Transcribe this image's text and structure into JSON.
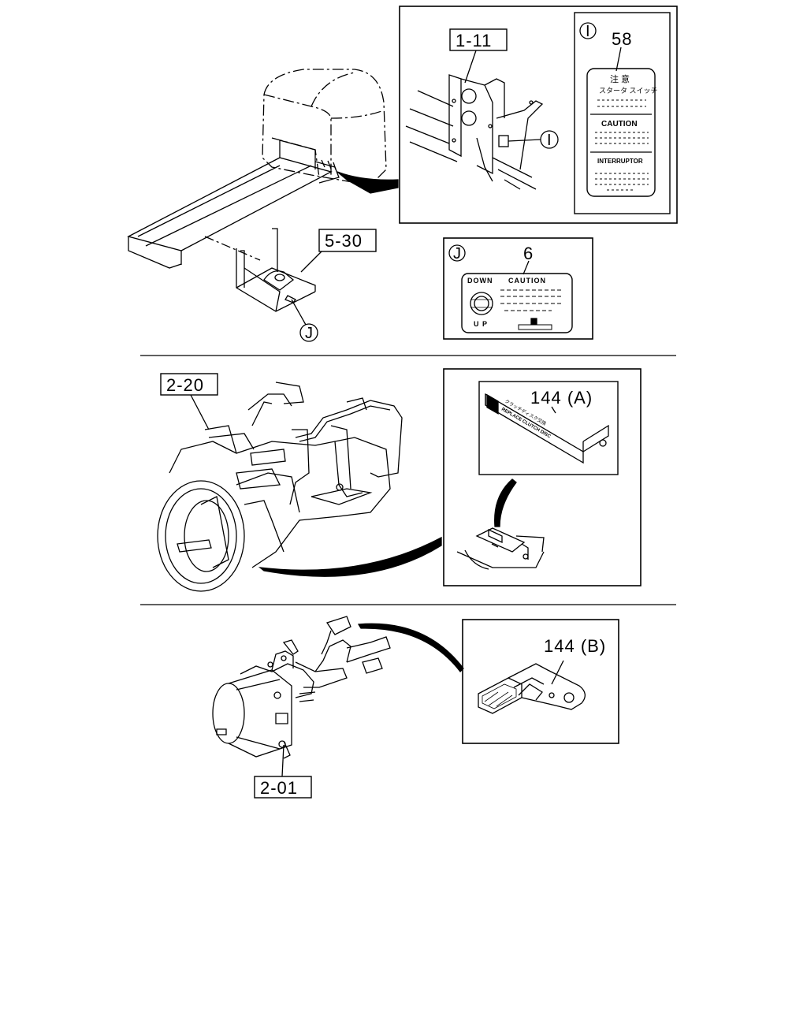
{
  "callouts": {
    "ref_1_11": "1-11",
    "ref_5_30": "5-30",
    "ref_2_20": "2-20",
    "ref_2_01": "2-01",
    "detail_i_marker": "I",
    "detail_j_marker": "J"
  },
  "label_58": {
    "part_no": "58",
    "jp_title": "注 意",
    "jp_sub": "スタータ スイッチ",
    "caution": "CAUTION",
    "interruptor": "INTERRUPTOR"
  },
  "label_6": {
    "part_no": "6",
    "down": "DOWN",
    "caution": "CAUTION",
    "up": "U P"
  },
  "label_144a": {
    "part_no": "144 (A)",
    "line1": "クラッチディスク交換",
    "line2": "REPLACE CLUTCH DISC"
  },
  "label_144b": {
    "part_no": "144 (B)"
  },
  "colors": {
    "line": "#000000",
    "background": "#ffffff"
  }
}
